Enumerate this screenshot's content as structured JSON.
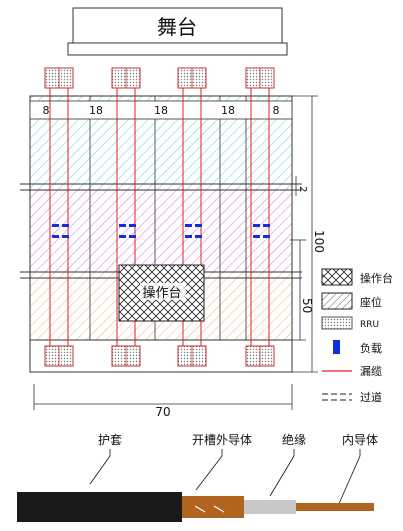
{
  "stage": {
    "label": "舞台"
  },
  "dimensions": {
    "seg_left": "8",
    "seg_1": "18",
    "seg_2": "18",
    "seg_3": "18",
    "seg_right": "8",
    "aisle": "2",
    "total_height": "100",
    "lower_height": "50",
    "total_width": "70"
  },
  "console_label": "操作台",
  "box_label": "RRU",
  "legend": {
    "items": [
      {
        "key": "console",
        "label": "操作台"
      },
      {
        "key": "seat",
        "label": "座位"
      },
      {
        "key": "rru",
        "label": "RRU"
      },
      {
        "key": "load",
        "label": "负载"
      },
      {
        "key": "cable",
        "label": "漏缆"
      },
      {
        "key": "aisle",
        "label": "过道"
      }
    ]
  },
  "cable_parts": {
    "jacket": "护套",
    "slotted_outer": "开槽外导体",
    "insulation": "绝缘",
    "inner": "内导体"
  },
  "colors": {
    "cyan_hatch": "#5fd0d8",
    "magenta_hatch": "#e070e0",
    "orange_hatch": "#f0b870",
    "cable_red": "#e02020",
    "load_blue": "#1030e0",
    "jacket": "#1a1a1a",
    "outer_conductor": "#b0641e",
    "insulation_gray": "#c8c8c8"
  }
}
